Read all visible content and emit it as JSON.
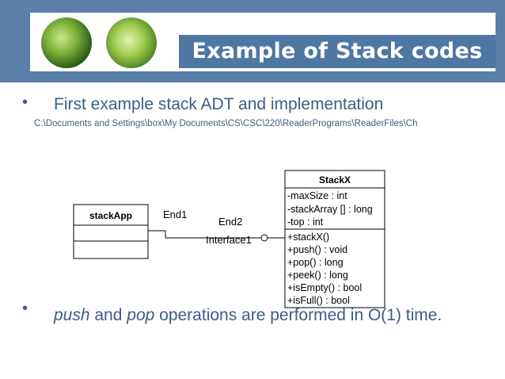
{
  "slide": {
    "title": "Example of Stack codes",
    "bullet1": "First example stack ADT and implementation",
    "path": "C:\\Documents and Settings\\box\\My Documents\\CS\\CSC\\220\\ReaderPrograms\\ReaderFiles\\Ch",
    "bullet2": {
      "w1": "push",
      "t1": " and ",
      "w2": "pop",
      "t2": " operations are performed in O(1) time."
    },
    "bullet_glyph": "•"
  },
  "diagram": {
    "app_class": {
      "name": "stackApp"
    },
    "stack_class": {
      "name": "StackX",
      "attributes": [
        "-maxSize : int",
        "-stackArray [] : long",
        "-top : int"
      ],
      "operations": [
        "+stackX()",
        "+push() : void",
        "+pop() : long",
        "+peek() : long",
        "+isEmpty() : bool",
        "+isFull() : bool"
      ]
    },
    "labels": {
      "end1": "End1",
      "end2": "End2",
      "interface": "Interface1"
    }
  },
  "colors": {
    "band": "#5a7fa8",
    "title_bar": "#4e77a3",
    "text": "#3b5d86"
  },
  "icons": [
    "green-leaf-image-1",
    "green-leaf-image-2"
  ]
}
